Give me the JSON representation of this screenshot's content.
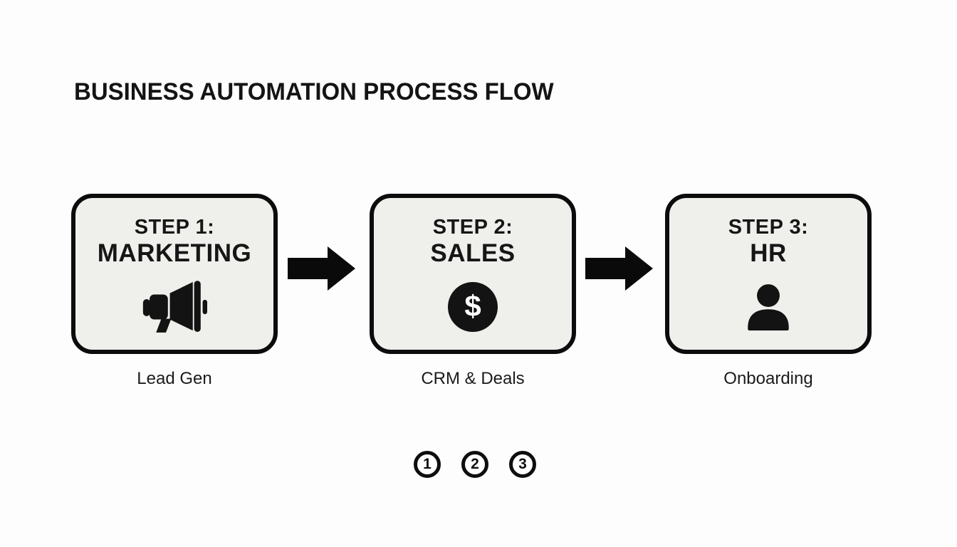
{
  "page": {
    "title": "BUSINESS AUTOMATION PROCESS FLOW"
  },
  "colors": {
    "ink": "#111111",
    "box_fill": "#efefec",
    "page_bg": "#fdfdfd",
    "icon_fill": "#131313",
    "dollar_text": "#ffffff"
  },
  "steps": [
    {
      "heading": "STEP 1:",
      "name": "MARKETING",
      "icon": "megaphone-icon",
      "caption": "Lead Gen",
      "number": "1"
    },
    {
      "heading": "STEP 2:",
      "name": "SALES",
      "icon": "dollar-circle-icon",
      "caption": "CRM & Deals",
      "number": "2"
    },
    {
      "heading": "STEP 3:",
      "name": "HR",
      "icon": "person-icon",
      "caption": "Onboarding",
      "number": "3"
    }
  ],
  "icons": {
    "dollar_symbol": "$"
  }
}
